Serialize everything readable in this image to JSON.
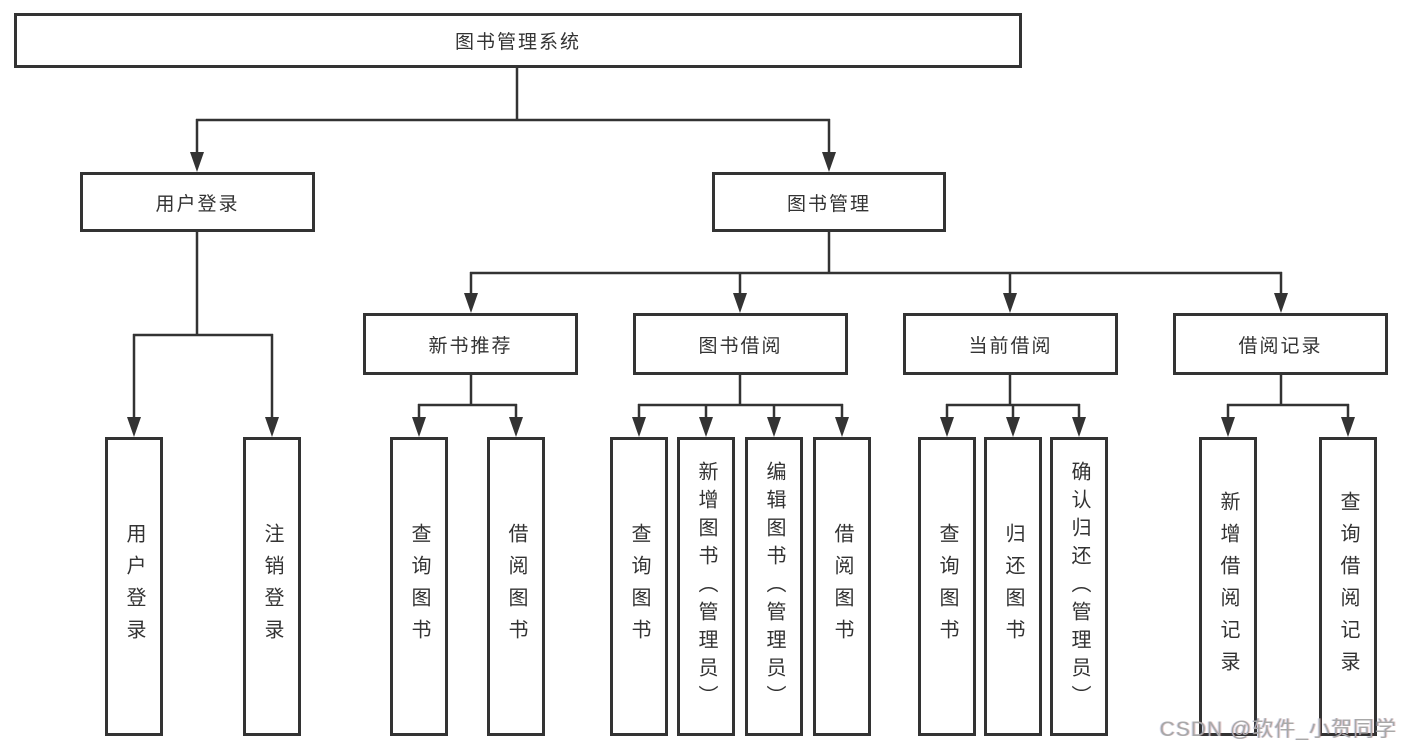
{
  "nodes": {
    "root": "图书管理系统",
    "user_login": "用户登录",
    "book_management": "图书管理",
    "new_book_recommend": "新书推荐",
    "book_borrowing": "图书借阅",
    "current_borrowing": "当前借阅",
    "borrowing_records": "借阅记录",
    "leaf_user_login": "用户登录",
    "leaf_logout": "注销登录",
    "leaf_query_book_1": "查询图书",
    "leaf_borrow_book_1": "借阅图书",
    "leaf_query_book_2": "查询图书",
    "leaf_add_book_admin": "新增图书（管理员）",
    "leaf_edit_book_admin": "编辑图书（管理员）",
    "leaf_borrow_book_2": "借阅图书",
    "leaf_query_book_3": "查询图书",
    "leaf_return_book": "归还图书",
    "leaf_confirm_return_admin": "确认归还（管理员）",
    "leaf_add_borrow_record": "新增借阅记录",
    "leaf_query_borrow_record": "查询借阅记录"
  },
  "watermark": "CSDN @软件_小贺同学",
  "colors": {
    "line": "#333333",
    "text": "#333333",
    "watermark": "#a8a8a8",
    "background": "#ffffff"
  }
}
